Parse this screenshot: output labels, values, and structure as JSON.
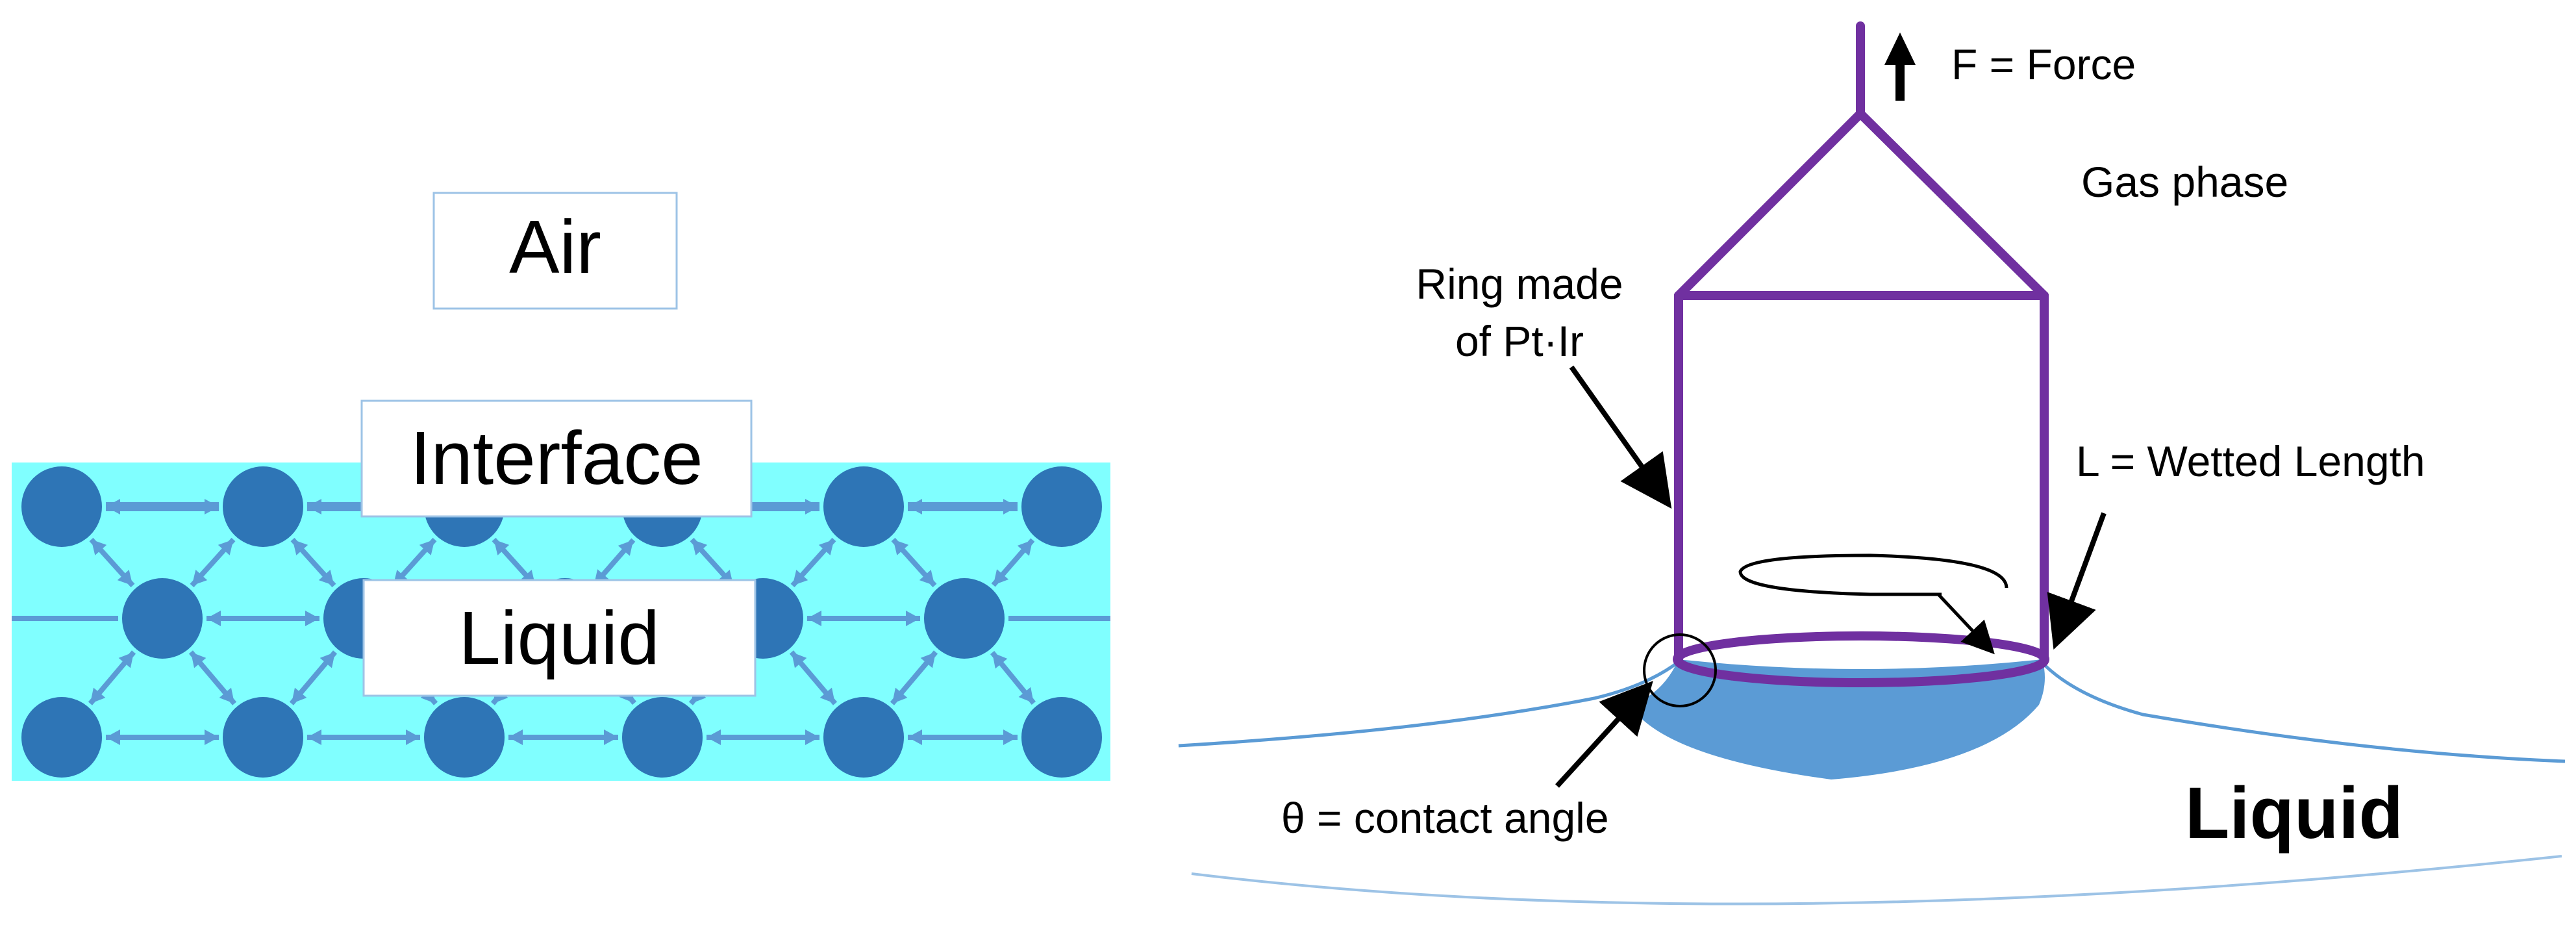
{
  "left_panel": {
    "air_label": "Air",
    "interface_label": "Interface",
    "liquid_label": "Liquid",
    "colors": {
      "liquid_fill": "#80FFFF",
      "molecule": "#2E75B6",
      "arrow": "#5B9BD5",
      "label_border": "#9DC3E6"
    }
  },
  "right_panel": {
    "force_label": "F = Force",
    "gas_phase_label": "Gas phase",
    "ring_label_line1": "Ring made",
    "ring_label_line2": "of Pt·Ir",
    "wetted_length_label": "L = Wetted Length",
    "contact_angle_label": "θ = contact angle",
    "liquid_label": "Liquid",
    "colors": {
      "ring": "#7030A0",
      "meniscus": "#5B9BD5",
      "surface_line": "#5B9BD5"
    }
  }
}
